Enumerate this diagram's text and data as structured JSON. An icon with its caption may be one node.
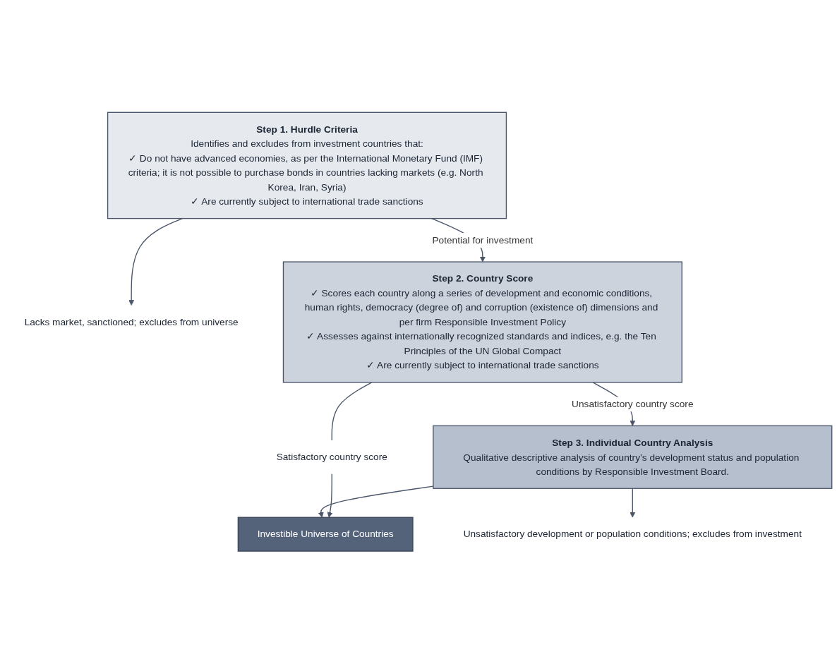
{
  "diagram": {
    "nodes": [
      {
        "text": [
          "Step 1. Hurdle Criteria",
          "Identifies and excludes from investment countries that:",
          "✓ Do not have advanced economies, as per the International Monetary Fund (IMF) criteria; it is not possible to purchase bonds in countries lacking markets (e.g. North Korea, Iran, Syria)",
          "✓ Are currently subject to international trade sanctions"
        ]
      },
      {
        "text": [
          "Lacks market, sanctioned; excludes from universe"
        ]
      },
      {
        "text": [
          "Step 2. Country Score",
          "✓ Scores each country along a series of development and economic conditions, human rights, democracy (degree of) and corruption (existence of) dimensions and per firm Responsible Investment Policy",
          "✓ Assesses against internationally recognized standards and indices, e.g. the Ten Principles of the UN Global Compact",
          "✓ Are currently subject to international trade sanctions"
        ]
      },
      {
        "text": [
          "Satisfactory country score"
        ]
      },
      {
        "text": [
          "Step 3. Individual Country Analysis",
          "Qualitative descriptive analysis of country’s development status and population conditions by Responsible Investment Board."
        ]
      },
      {
        "text": [
          "Unsatisfactory development or population conditions; excludes from investment"
        ]
      },
      {
        "text": [
          "Investible Universe of Countries"
        ]
      }
    ],
    "edges": [
      {
        "from": 0,
        "to": 1,
        "arrow": "to"
      },
      {
        "from": 0,
        "to": 2,
        "arrow": "to",
        "label": "Potential for investment"
      },
      {
        "from": 2,
        "to": 3,
        "arrow": "none"
      },
      {
        "from": 2,
        "to": 4,
        "arrow": "to",
        "label": "Unsatisfactory country score"
      },
      {
        "from": 4,
        "to": 5,
        "arrow": "to"
      },
      {
        "from": 4,
        "to": 6,
        "arrow": "to"
      },
      {
        "from": 3,
        "to": 6,
        "arrow": "to"
      }
    ]
  }
}
